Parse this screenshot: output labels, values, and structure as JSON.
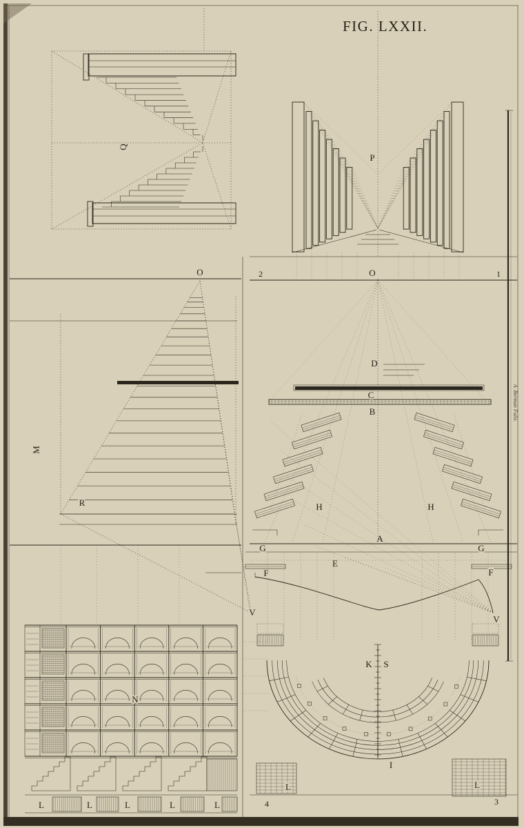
{
  "plate": {
    "title": "Fig. LXXII.",
    "credit": "A. Berman Fulis.",
    "labels": {
      "Q": "Q",
      "P": "P",
      "O_left": "O",
      "O_mid": "O",
      "n2": "2",
      "n1": "1",
      "M": "M",
      "R": "R",
      "D": "D",
      "C": "C",
      "B": "B",
      "H_left": "H",
      "H_right": "H",
      "A": "A",
      "G_left": "G",
      "G_right": "G",
      "E": "E",
      "F_left": "F",
      "F_right": "F",
      "V_left": "V",
      "V_right": "V",
      "N": "N",
      "K": "K",
      "S": "S",
      "I": "I",
      "L_plan_left": "L",
      "L_plan_right": "L",
      "n4": "4",
      "n3": "3",
      "L_row": [
        "L",
        "L",
        "L",
        "L",
        "L"
      ]
    },
    "colors": {
      "paper": "#d8d0b8",
      "ink": "#2b261d"
    }
  }
}
